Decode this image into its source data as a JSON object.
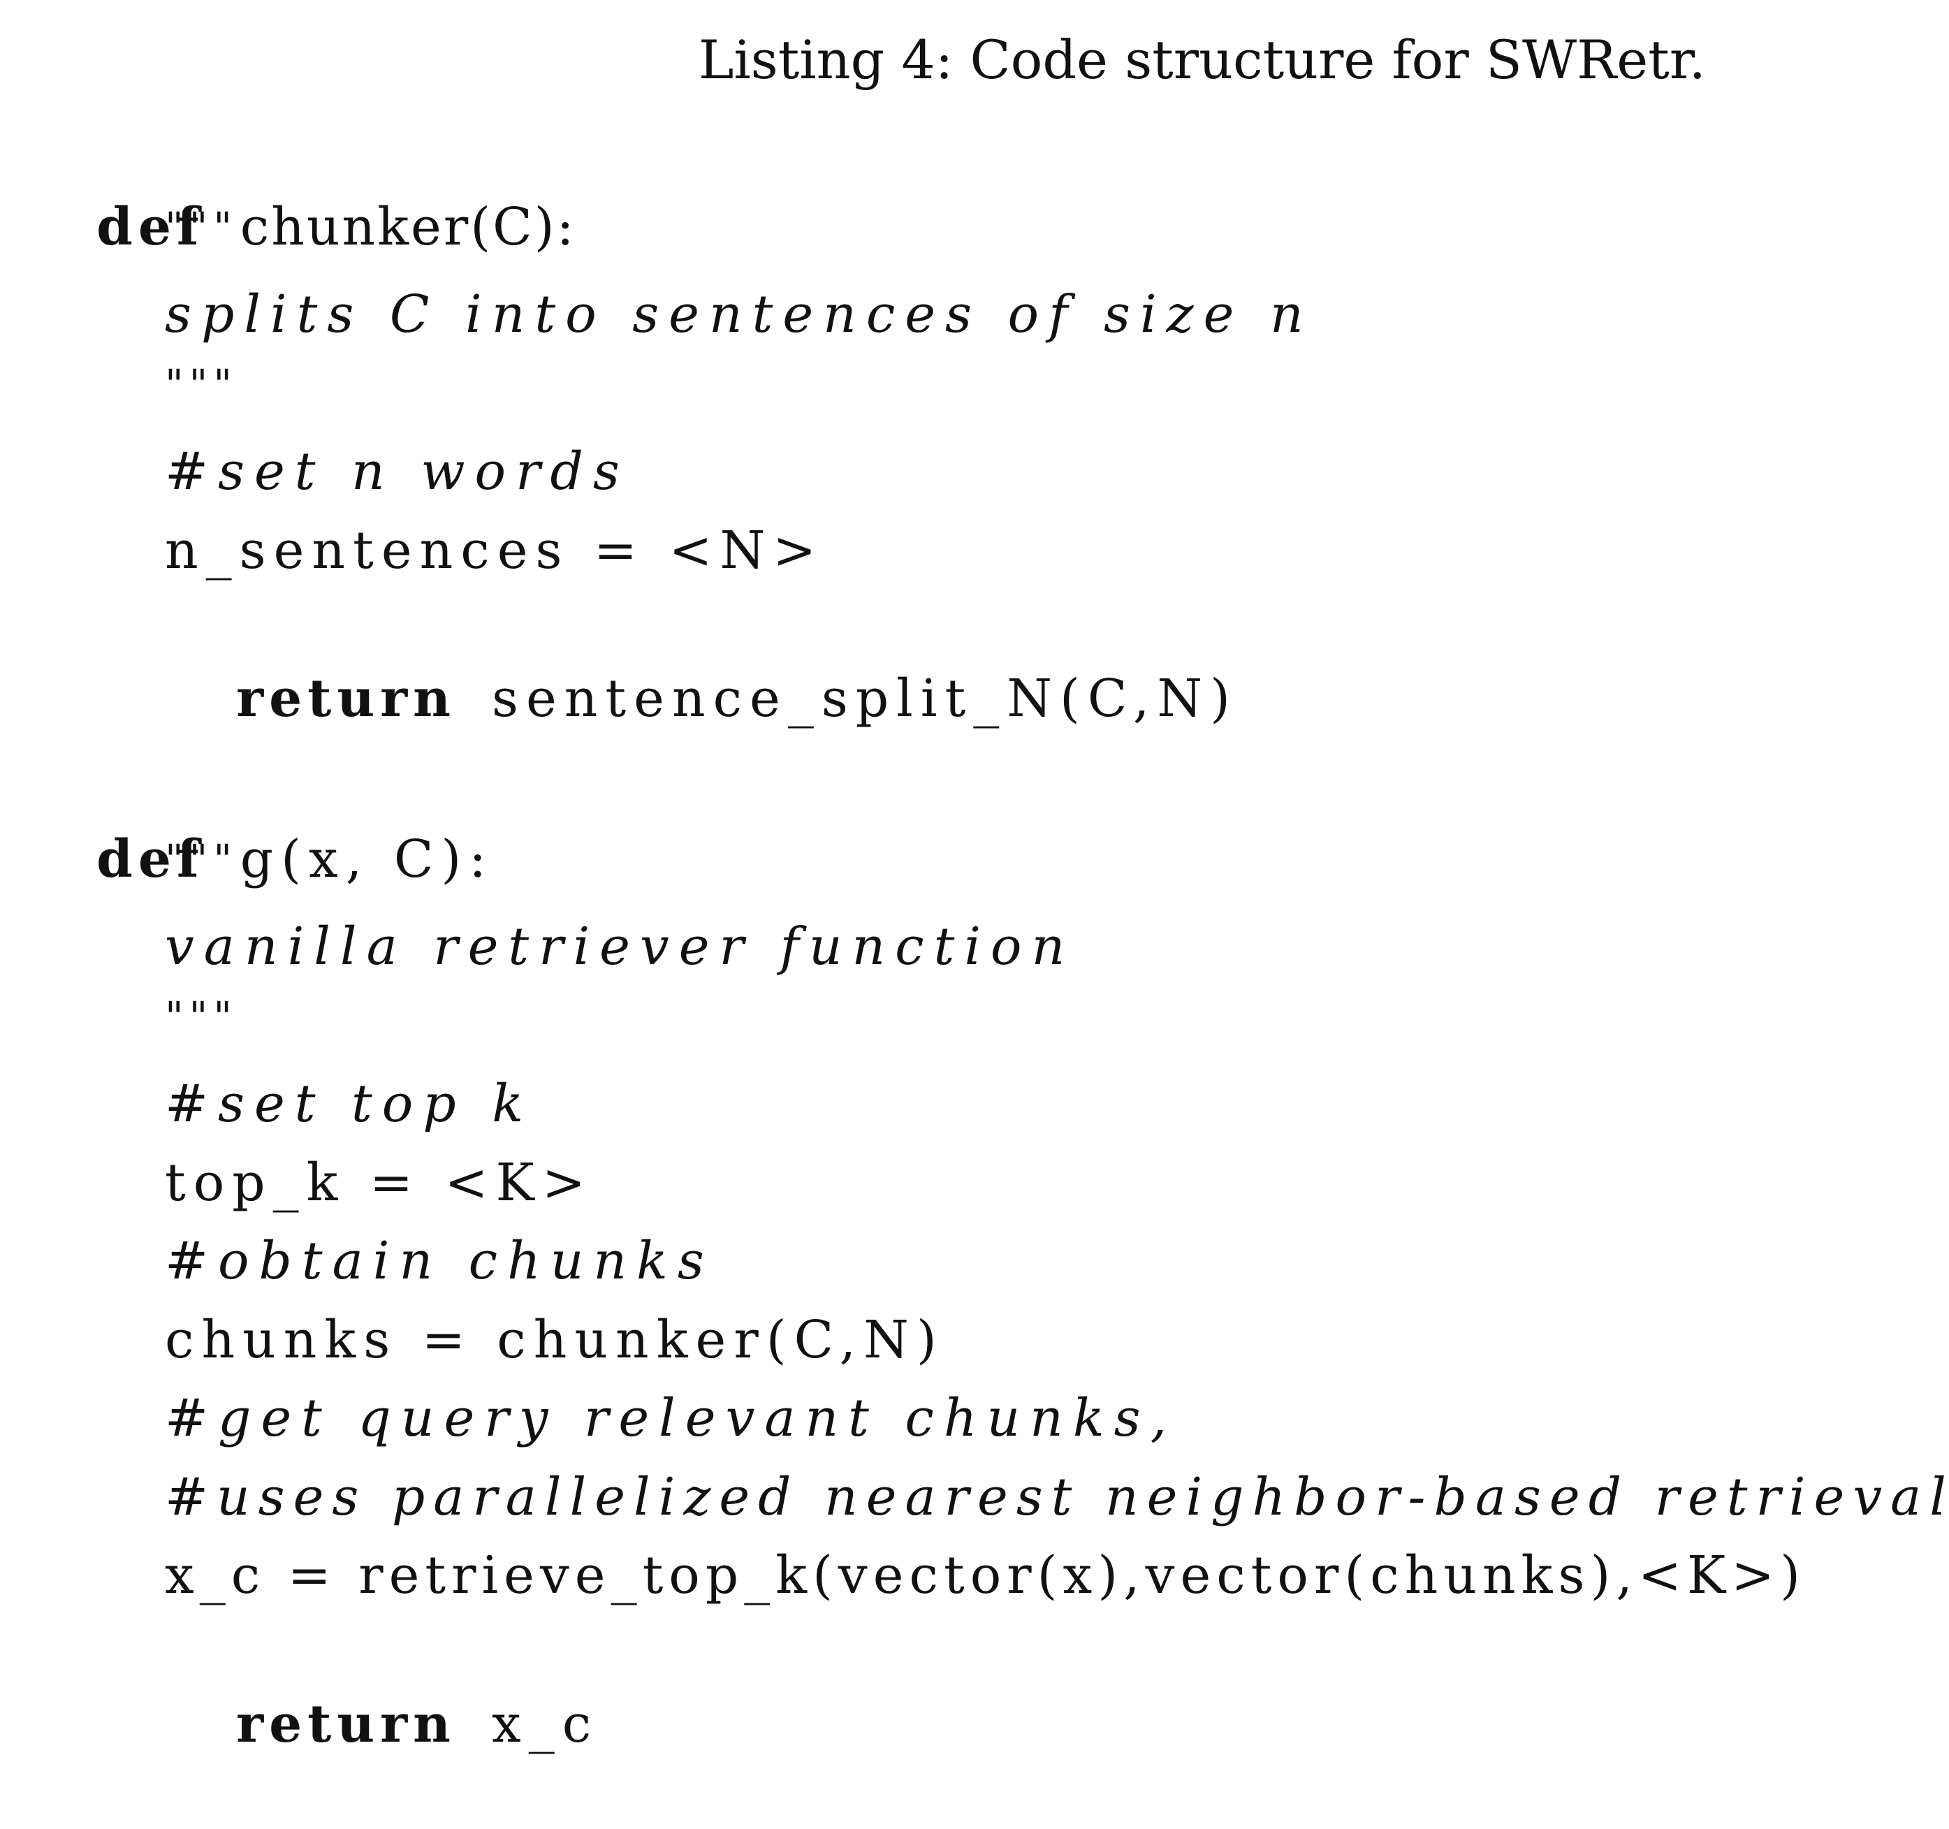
{
  "caption": "Listing 4: Code structure for SWRetr.",
  "code": {
    "chunker": {
      "def_kw": "def",
      "signature": "chunker(C):",
      "doc_open": "\"\"\"",
      "doc_text": "splits C into sentences of size n",
      "doc_close": "\"\"\"",
      "comment_n": "#set n words",
      "assign_n": "n_sentences = <N>",
      "return_kw": "return",
      "return_expr": "sentence_split_N(C,N)"
    },
    "g": {
      "def_kw": "def",
      "signature": "g(x, C):",
      "doc_open": "\"\"\"",
      "doc_text": "vanilla retriever function",
      "doc_close": "\"\"\"",
      "comment_k": "#set top k",
      "assign_k": "top_k = <K>",
      "comment_chunks": "#obtain chunks",
      "assign_chunks": "chunks = chunker(C,N)",
      "comment_query": "#get query relevant chunks,",
      "comment_uses": "#uses parallelized nearest neighbor-based retrieval",
      "assign_xc": "x_c = retrieve_top_k(vector(x),vector(chunks),<K>)",
      "return_kw": "return",
      "return_expr": "x_c"
    }
  }
}
